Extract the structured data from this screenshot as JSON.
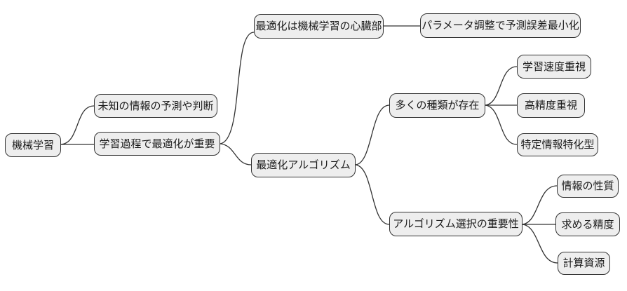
{
  "diagram_type": "mindmap",
  "colors": {
    "background": "#ffffff",
    "node_fill": "#eeeeee",
    "node_border": "#333333",
    "edge_stroke": "#333333",
    "text": "#1a1a1a"
  },
  "mindmap": {
    "label": "機械学習",
    "children": [
      {
        "label": "未知の情報の予測や判断",
        "children": []
      },
      {
        "label": "学習過程で最適化が重要",
        "children": [
          {
            "label": "最適化は機械学習の心臓部",
            "children": [
              {
                "label": "パラメータ調整で予測誤差最小化",
                "children": []
              }
            ]
          },
          {
            "label": "最適化アルゴリズム",
            "children": [
              {
                "label": "多くの種類が存在",
                "children": [
                  {
                    "label": "学習速度重視",
                    "children": []
                  },
                  {
                    "label": "高精度重視",
                    "children": []
                  },
                  {
                    "label": "特定情報特化型",
                    "children": []
                  }
                ]
              },
              {
                "label": "アルゴリズム選択の重要性",
                "children": [
                  {
                    "label": "情報の性質",
                    "children": []
                  },
                  {
                    "label": "求める精度",
                    "children": []
                  },
                  {
                    "label": "計算資源",
                    "children": []
                  }
                ]
              }
            ]
          }
        ]
      }
    ]
  }
}
